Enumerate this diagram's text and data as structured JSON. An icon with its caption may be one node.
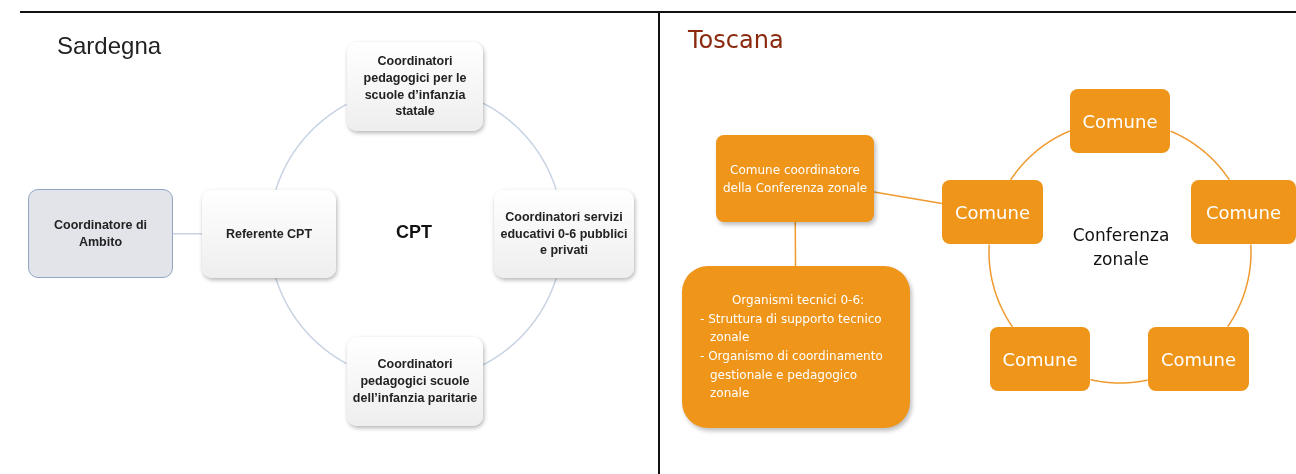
{
  "diagram": {
    "nodes": [
      {
        "text": [
          "Coordinatore di Ambito"
        ]
      },
      {
        "text": [
          "Referente CPT"
        ]
      },
      {
        "text": [
          "Coordinatori pedagogici per le scuole d’infanzia statale"
        ]
      },
      {
        "text": [
          "Coordinatori servizi educativi 0-6 pubblici e privati"
        ]
      },
      {
        "text": [
          "Coordinatori pedagogici scuole dell’infanzia paritarie"
        ]
      },
      {
        "text": [
          "Comune coordinatore della Conferenza zonale"
        ]
      },
      {
        "text": [
          "Organismi tecnici 0-6:",
          "- Struttura di supporto tecnico zonale",
          "- Organismo di coordinamento gestionale e pedagogico zonale"
        ]
      },
      {
        "text": [
          "Comune"
        ]
      },
      {
        "text": [
          "Comune"
        ]
      },
      {
        "text": [
          "Comune"
        ]
      },
      {
        "text": [
          "Comune"
        ]
      },
      {
        "text": [
          "Comune"
        ]
      }
    ],
    "edges": [
      {
        "from": 0,
        "to": 1,
        "arrow": "none",
        "color": "#c8d3e3"
      },
      {
        "from": 1,
        "to": 2,
        "arrow": "none",
        "color": "#c8d3e3"
      },
      {
        "from": 2,
        "to": 3,
        "arrow": "none",
        "color": "#c8d3e3"
      },
      {
        "from": 3,
        "to": 4,
        "arrow": "none",
        "color": "#c8d3e3"
      },
      {
        "from": 4,
        "to": 1,
        "arrow": "none",
        "color": "#c8d3e3"
      },
      {
        "from": 5,
        "to": 8,
        "arrow": "none"
      },
      {
        "from": 5,
        "to": 6,
        "arrow": "none"
      },
      {
        "from": 7,
        "to": 9,
        "arrow": "none"
      },
      {
        "from": 9,
        "to": 11,
        "arrow": "none"
      },
      {
        "from": 11,
        "to": 10,
        "arrow": "none"
      },
      {
        "from": 10,
        "to": 8,
        "arrow": "none"
      },
      {
        "from": 8,
        "to": 7,
        "arrow": "none"
      }
    ],
    "labels": [
      "Sardegna",
      "CPT",
      "Toscana",
      "Conferenza zonale"
    ]
  }
}
